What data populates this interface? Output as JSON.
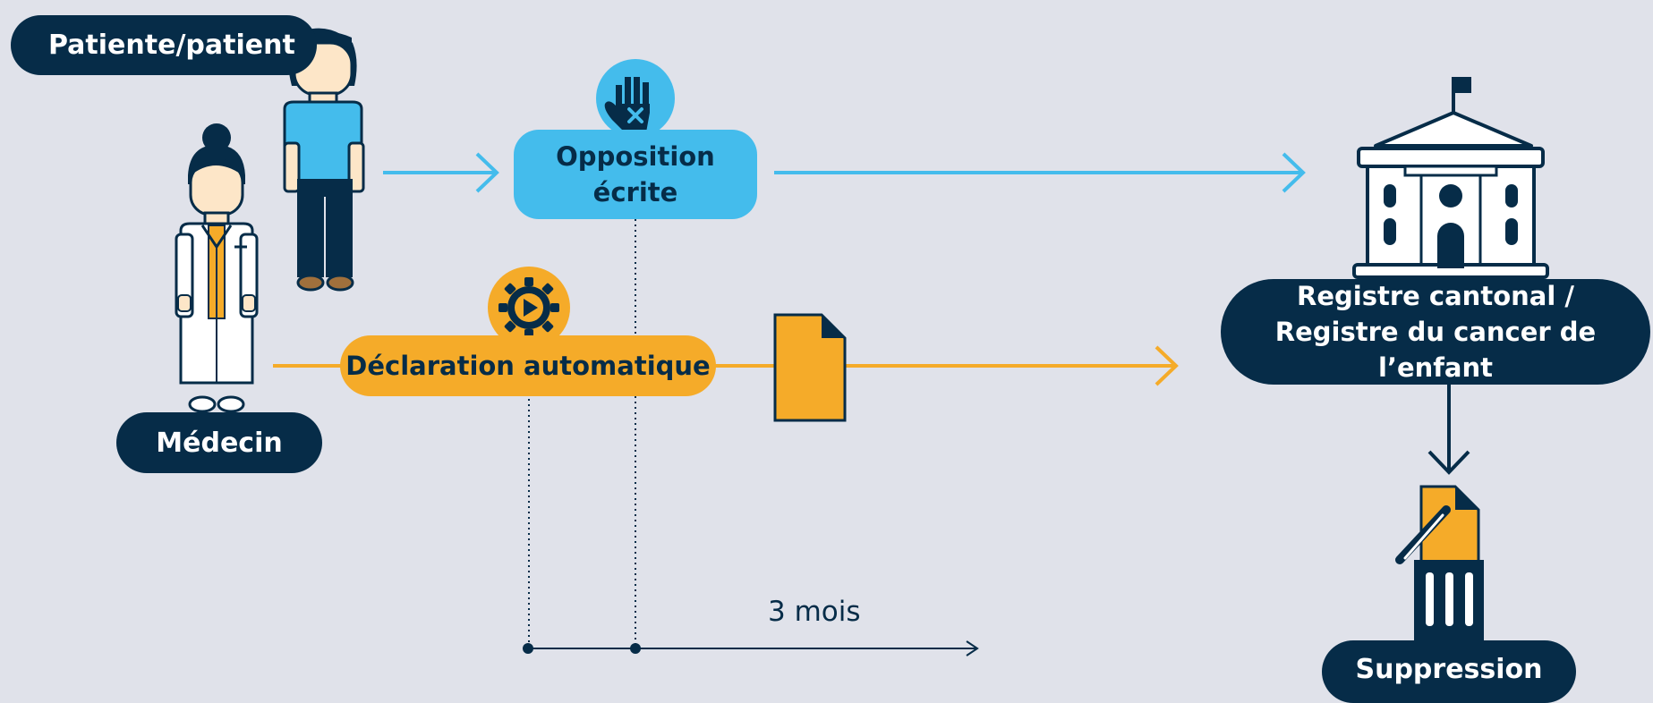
{
  "actors": {
    "patient_label": "Patiente/patient",
    "doctor_label": "Médecin"
  },
  "steps": {
    "opposition_label": "Opposition écrite",
    "declaration_label": "Déclaration automatique",
    "registry_label": "Registre cantonal / Registre du cancer de l’enfant",
    "deletion_label": "Suppression"
  },
  "timeline": {
    "duration_label": "3 mois"
  },
  "colors": {
    "navy": "#062c48",
    "blue": "#44bcec",
    "orange": "#f5ab29",
    "background": "#e0e2ea"
  },
  "icons": [
    "hand-stop-icon",
    "gear-play-icon",
    "document-icon",
    "building-icon",
    "trash-document-icon",
    "patient-figure",
    "doctor-figure"
  ]
}
